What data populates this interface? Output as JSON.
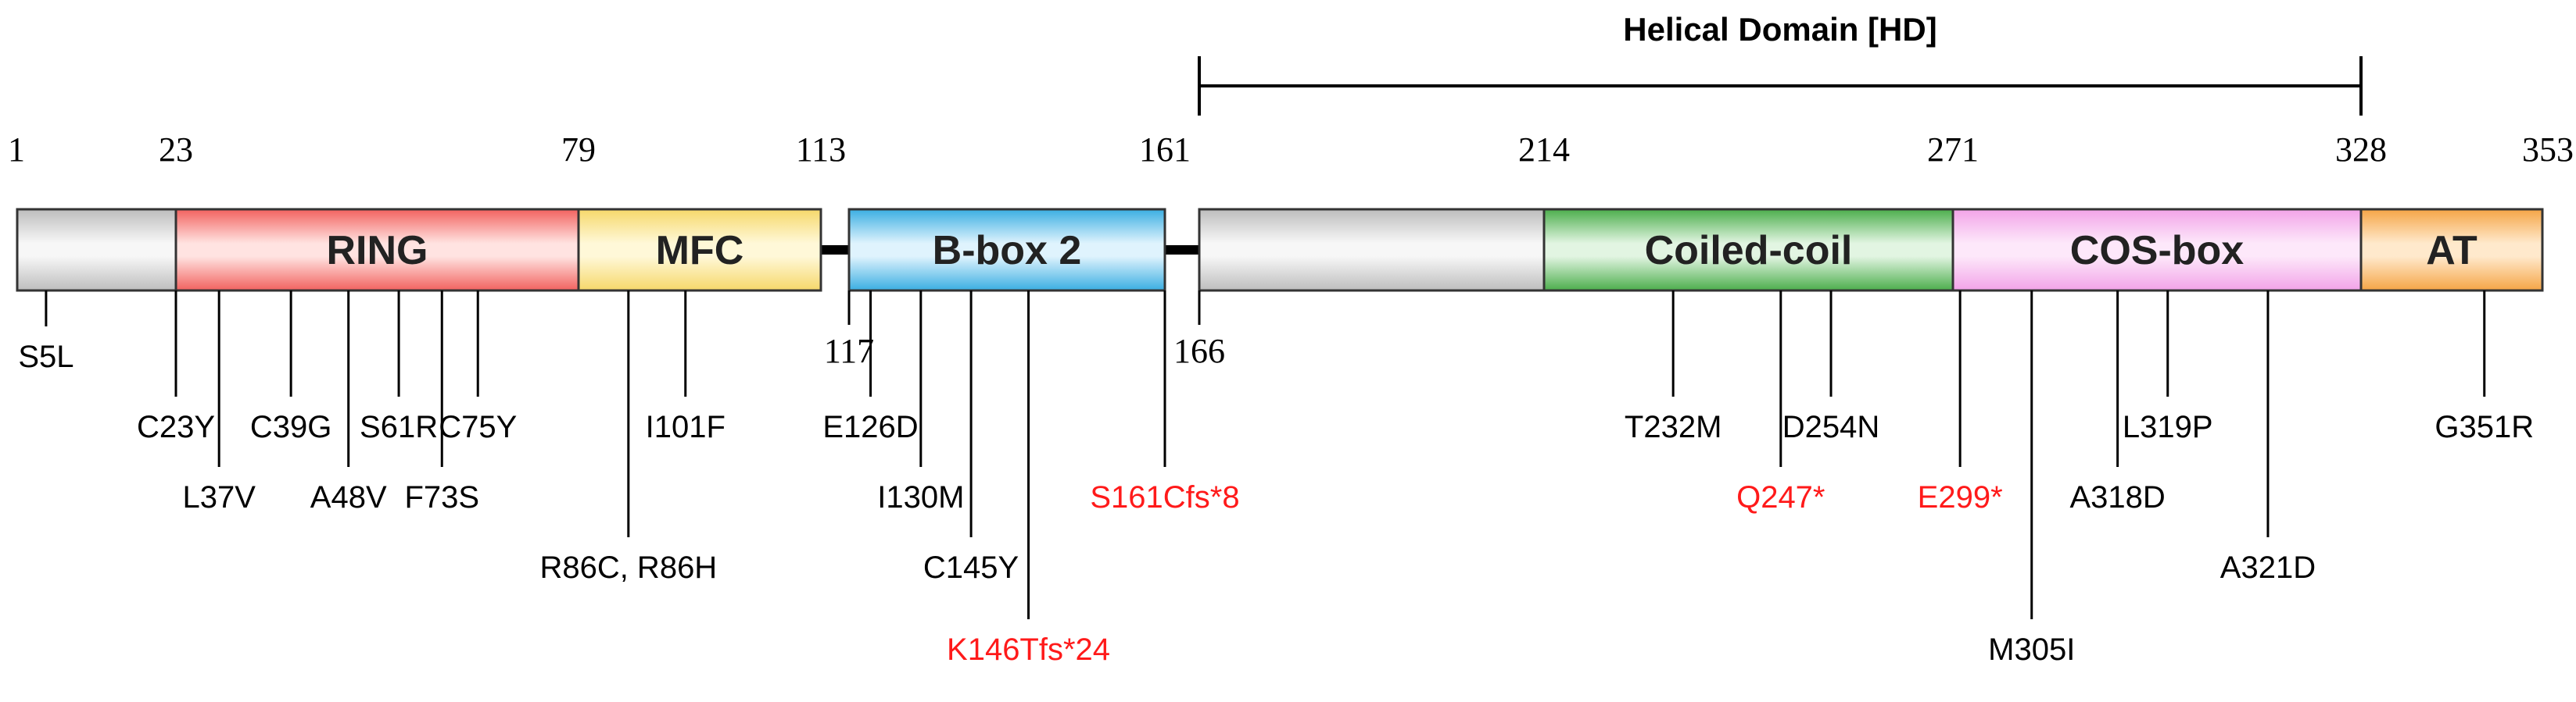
{
  "protein": {
    "start": 1,
    "end": 353,
    "domains": [
      {
        "id": "n-term",
        "start": 1,
        "end": 23,
        "label": "",
        "color": "#bdbdbd",
        "light": "#f7f7f7"
      },
      {
        "id": "ring",
        "start": 23,
        "end": 79,
        "label": "RING",
        "color": "#f2625f",
        "light": "#ffe3e1"
      },
      {
        "id": "mfc",
        "start": 79,
        "end": 113,
        "label": "MFC",
        "color": "#f6d86a",
        "light": "#fff8d8"
      },
      {
        "id": "bbox2",
        "start": 117,
        "end": 161,
        "label": "B-box 2",
        "color": "#3aaee2",
        "light": "#dff3fd"
      },
      {
        "id": "hd-unlabeled",
        "start": 166,
        "end": 214,
        "label": "",
        "color": "#bdbdbd",
        "light": "#f7f7f7"
      },
      {
        "id": "coiled-coil",
        "start": 214,
        "end": 271,
        "label": "Coiled-coil",
        "color": "#4cae4c",
        "light": "#e2f5e2"
      },
      {
        "id": "cos-box",
        "start": 271,
        "end": 328,
        "label": "COS-box",
        "color": "#f2a3e8",
        "light": "#fde8fa"
      },
      {
        "id": "at",
        "start": 328,
        "end": 353,
        "label": "AT",
        "color": "#f5a546",
        "light": "#ffe9cc"
      }
    ],
    "linkers": [
      {
        "start": 113,
        "end": 117
      },
      {
        "start": 161,
        "end": 166
      }
    ],
    "top_ticks": [
      "1",
      "23",
      "79",
      "113",
      "161",
      "214",
      "271",
      "328",
      "353"
    ],
    "bottom_ticks": [
      "117",
      "166"
    ]
  },
  "helical_domain": {
    "title": "Helical Domain [HD]",
    "start": 166,
    "end": 328
  },
  "mutations": [
    {
      "label": "S5L",
      "pos": 5,
      "depth": 1,
      "red": false
    },
    {
      "label": "C23Y",
      "pos": 23,
      "depth": 2,
      "red": false
    },
    {
      "label": "L37V",
      "pos": 29,
      "depth": 3,
      "red": false
    },
    {
      "label": "C39G",
      "pos": 39,
      "depth": 2,
      "red": false
    },
    {
      "label": "A48V",
      "pos": 47,
      "depth": 3,
      "red": false
    },
    {
      "label": "S61R",
      "pos": 54,
      "depth": 2,
      "red": false
    },
    {
      "label": "F73S",
      "pos": 60,
      "depth": 3,
      "red": false
    },
    {
      "label": "C75Y",
      "pos": 65,
      "depth": 2,
      "red": false
    },
    {
      "label": "R86C, R86H",
      "pos": 86,
      "depth": 4,
      "red": false
    },
    {
      "label": "I101F",
      "pos": 94,
      "depth": 2,
      "red": false
    },
    {
      "label": "E126D",
      "pos": 120,
      "depth": 2,
      "red": false
    },
    {
      "label": "I130M",
      "pos": 127,
      "depth": 3,
      "red": false
    },
    {
      "label": "C145Y",
      "pos": 134,
      "depth": 4,
      "red": false
    },
    {
      "label": "K146Tfs*24",
      "pos": 142,
      "depth": 5,
      "red": true
    },
    {
      "label": "S161Cfs*8",
      "pos": 161,
      "depth": 3,
      "red": true
    },
    {
      "label": "T232M",
      "pos": 232,
      "depth": 2,
      "red": false
    },
    {
      "label": "Q247*",
      "pos": 247,
      "depth": 3,
      "red": true
    },
    {
      "label": "D254N",
      "pos": 254,
      "depth": 2,
      "red": false
    },
    {
      "label": "E299*",
      "pos": 272,
      "depth": 3,
      "red": true
    },
    {
      "label": "M305I",
      "pos": 282,
      "depth": 5,
      "red": false
    },
    {
      "label": "A318D",
      "pos": 294,
      "depth": 3,
      "red": false
    },
    {
      "label": "L319P",
      "pos": 301,
      "depth": 2,
      "red": false
    },
    {
      "label": "A321D",
      "pos": 315,
      "depth": 4,
      "red": false
    },
    {
      "label": "G351R",
      "pos": 345,
      "depth": 2,
      "red": false
    }
  ],
  "colors": {
    "outline": "#333333",
    "mutation_red": "#ff1a1a",
    "mutation_black": "#000000"
  }
}
